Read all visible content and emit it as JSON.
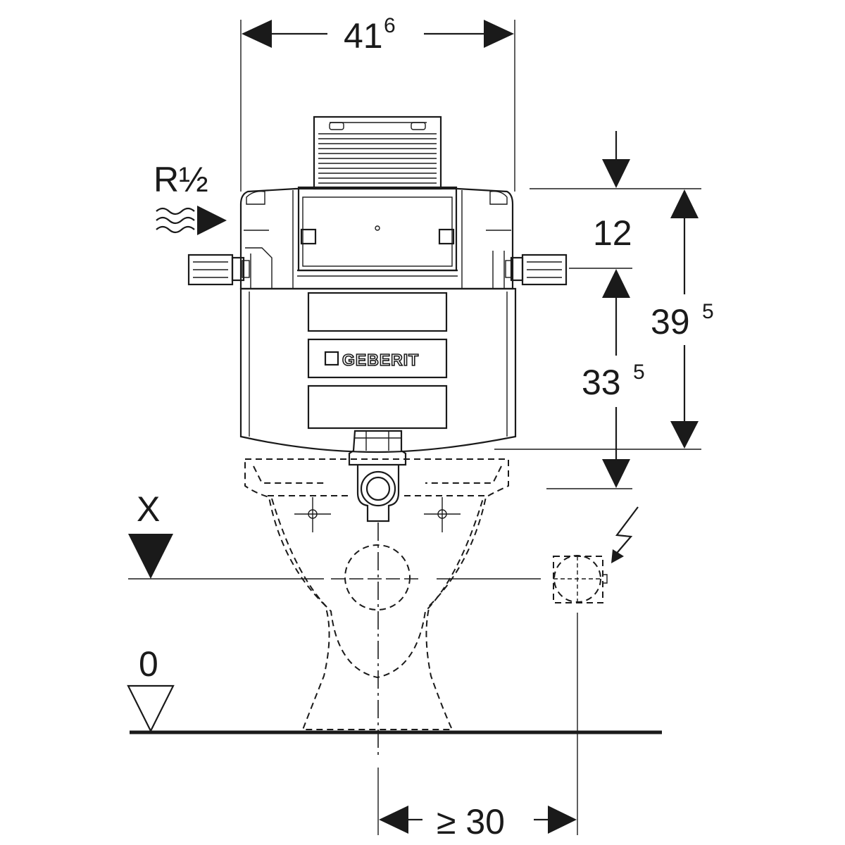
{
  "labels": {
    "width_dim": {
      "main": "41",
      "sup": "6"
    },
    "connection": {
      "main": "R",
      "frac": "½"
    },
    "top_offset": "12",
    "height_total": {
      "main": "39",
      "sup": "5"
    },
    "height_outlet": {
      "main": "33",
      "sup": "5"
    },
    "level_x": "X",
    "level_zero": "0",
    "spacing": "≥ 30",
    "brand": "GEBERIT"
  },
  "colors": {
    "ink": "#1a1a1a",
    "paper": "#ffffff"
  },
  "icons": [
    "water-inflow-icon",
    "electric-bolt-icon",
    "level-x-marker-icon",
    "level-zero-marker-icon",
    "geberit-logo-icon"
  ]
}
